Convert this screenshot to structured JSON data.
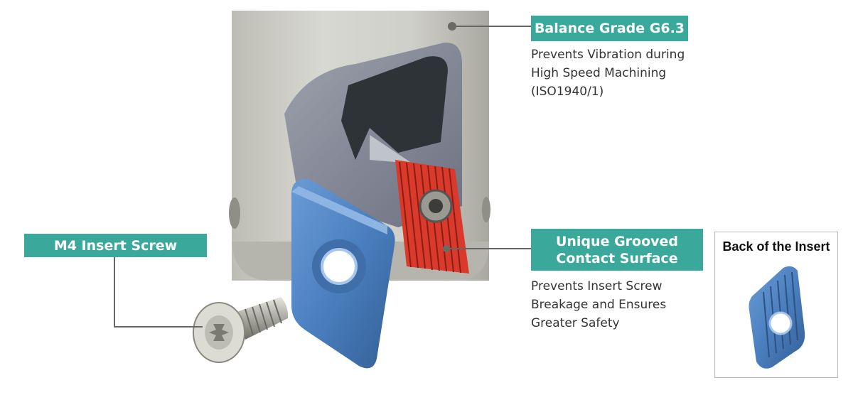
{
  "callouts": {
    "balance": {
      "title": "Balance Grade G6.3",
      "desc": [
        "Prevents Vibration during",
        "High Speed Machining",
        "(ISO1940/1)"
      ]
    },
    "grooved": {
      "title_lines": [
        "Unique Grooved",
        "Contact Surface"
      ],
      "desc": [
        "Prevents Insert Screw",
        "Breakage and Ensures",
        "Greater Safety"
      ]
    },
    "screw": {
      "title": "M4 Insert Screw"
    }
  },
  "inset": {
    "title": "Back of the Insert"
  },
  "colors": {
    "label_bg": "#3aa89a",
    "insert_blue": "#4a7fbf",
    "groove_red": "#d93a2b",
    "body_grey": "#c9c9c3"
  }
}
